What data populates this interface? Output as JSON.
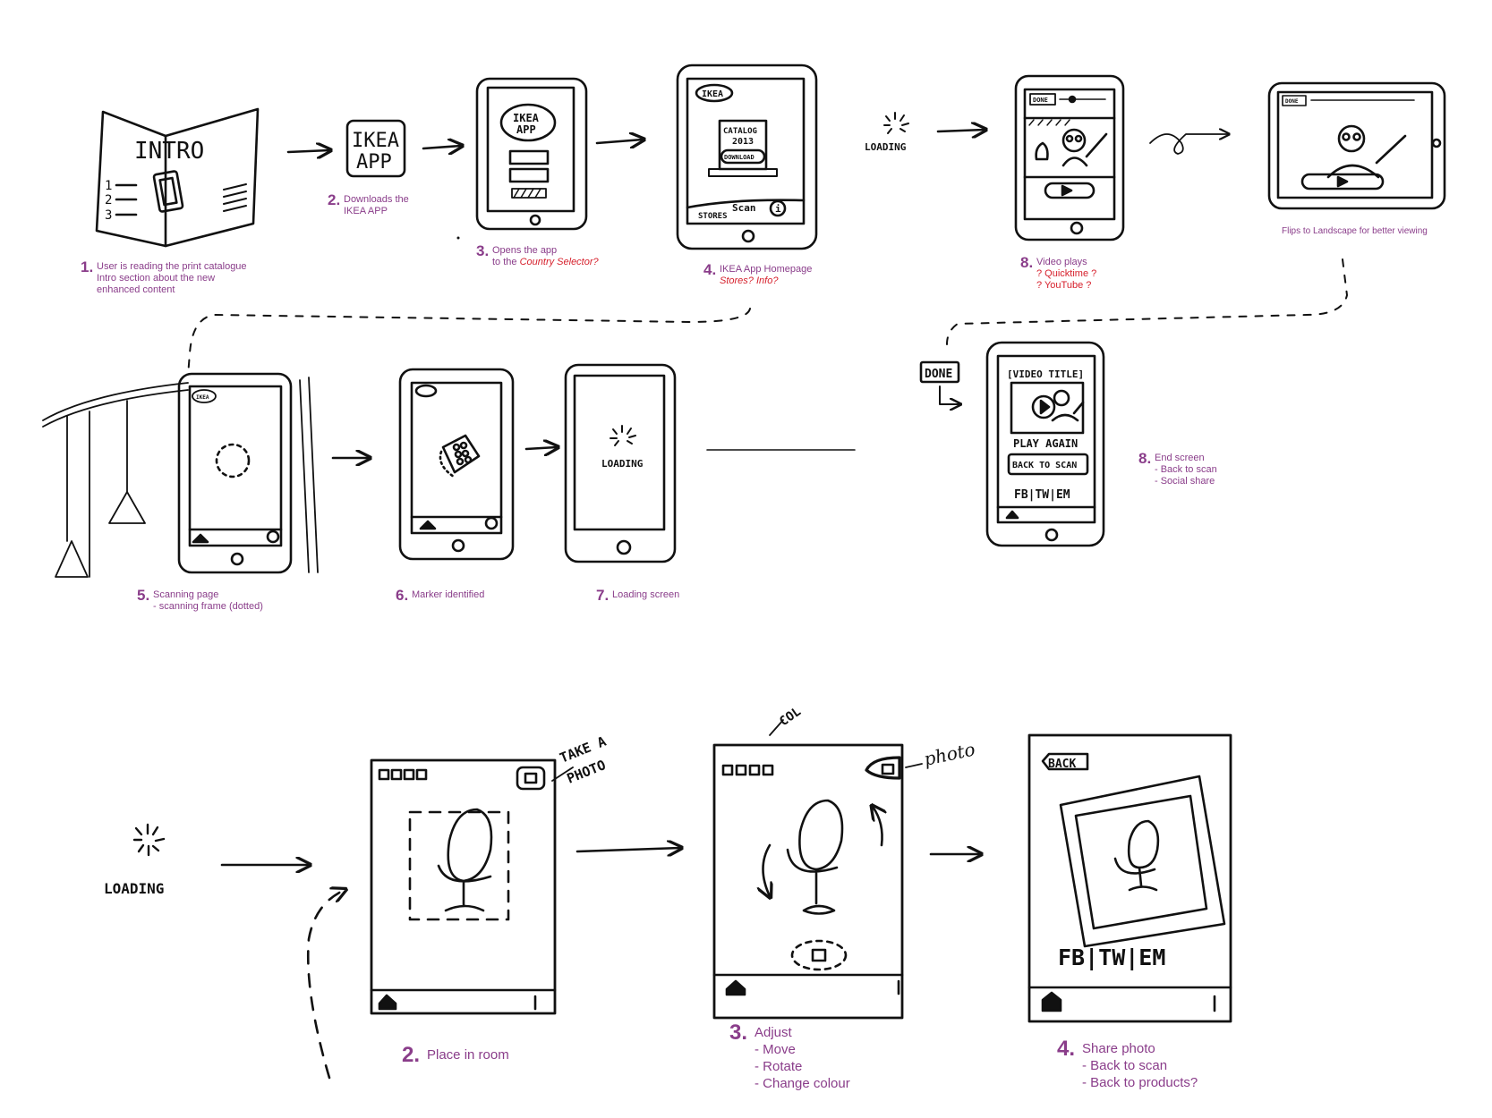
{
  "colors": {
    "ink": "#111111",
    "caption": "#8a3d8a",
    "highlight": "#d61f2b"
  },
  "flow1": {
    "s1": {
      "num": "1.",
      "l1": "User is reading the print catalogue",
      "l2": "Intro section about the new",
      "l3": "enhanced content"
    },
    "s2": {
      "num": "2.",
      "l1": "Downloads the",
      "l2": "IKEA APP"
    },
    "s3": {
      "num": "3.",
      "l1": "Opens the app",
      "l2": "to the",
      "l2r": "Country Selector?"
    },
    "s4": {
      "num": "4.",
      "l1": "IKEA App Homepage",
      "l2r": "Stores? Info?"
    },
    "s8a": {
      "num": "8.",
      "l1": "Video plays",
      "l2r": "? Quicktime ?",
      "l3r": "? YouTube ?"
    },
    "landscape": "Flips to Landscape for better viewing",
    "s5": {
      "num": "5.",
      "l1": "Scanning page",
      "l2": "- scanning frame (dotted)"
    },
    "s6": {
      "num": "6.",
      "l1": "Marker identified"
    },
    "s7": {
      "num": "7.",
      "l1": "Loading screen"
    },
    "s8b": {
      "num": "8.",
      "l1": "End screen",
      "l2": "- Back to scan",
      "l3": "- Social share"
    }
  },
  "sketch_text": {
    "intro": "INTRO",
    "list_numbers": [
      "1",
      "2",
      "3"
    ],
    "ikea_app_l1": "IKEA",
    "ikea_app_l2": "APP",
    "ikea_logo": "IKEA",
    "catalog_l1": "CATALOG",
    "catalog_l2": "2013",
    "download": "DOWNLOAD",
    "stores": "STORES",
    "scan": "Scan",
    "info": "i",
    "loading": "LOADING",
    "done": "DONE",
    "video_title": "[VIDEO TITLE]",
    "play_again": "PLAY AGAIN",
    "back_to_scan": "BACK TO SCAN",
    "social": "FB|TW|EM",
    "take_photo_l1": "TAKE A",
    "take_photo_l2": "PHOTO",
    "col": "COL",
    "photo": "photo",
    "back": "BACK"
  },
  "flow2": {
    "s2": {
      "num": "2.",
      "l1": "Place in room"
    },
    "s3": {
      "num": "3.",
      "l1": "Adjust",
      "l2": "- Move",
      "l3": "- Rotate",
      "l4": "- Change colour"
    },
    "s4": {
      "num": "4.",
      "l1": "Share photo",
      "l2": "- Back to scan",
      "l3": "- Back to products?"
    }
  }
}
